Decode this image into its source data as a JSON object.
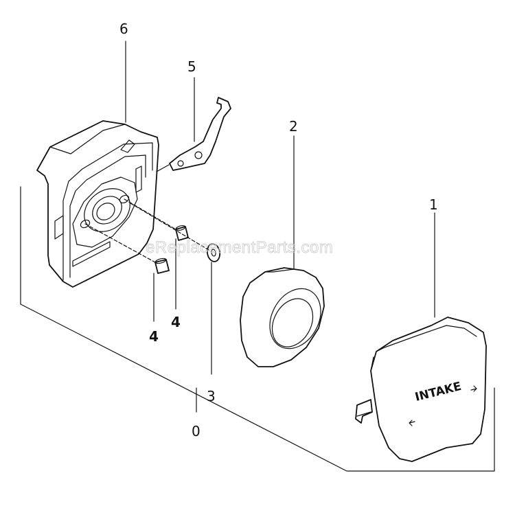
{
  "diagram": {
    "watermark": "eReplacementParts.com",
    "intake_label": "INTAKE",
    "callouts": {
      "assembly": "0",
      "cover": "1",
      "filter_element": "2",
      "washer": "3",
      "collar_lower": "4",
      "collar_upper": "4",
      "choke_lever": "5",
      "base": "6"
    }
  }
}
